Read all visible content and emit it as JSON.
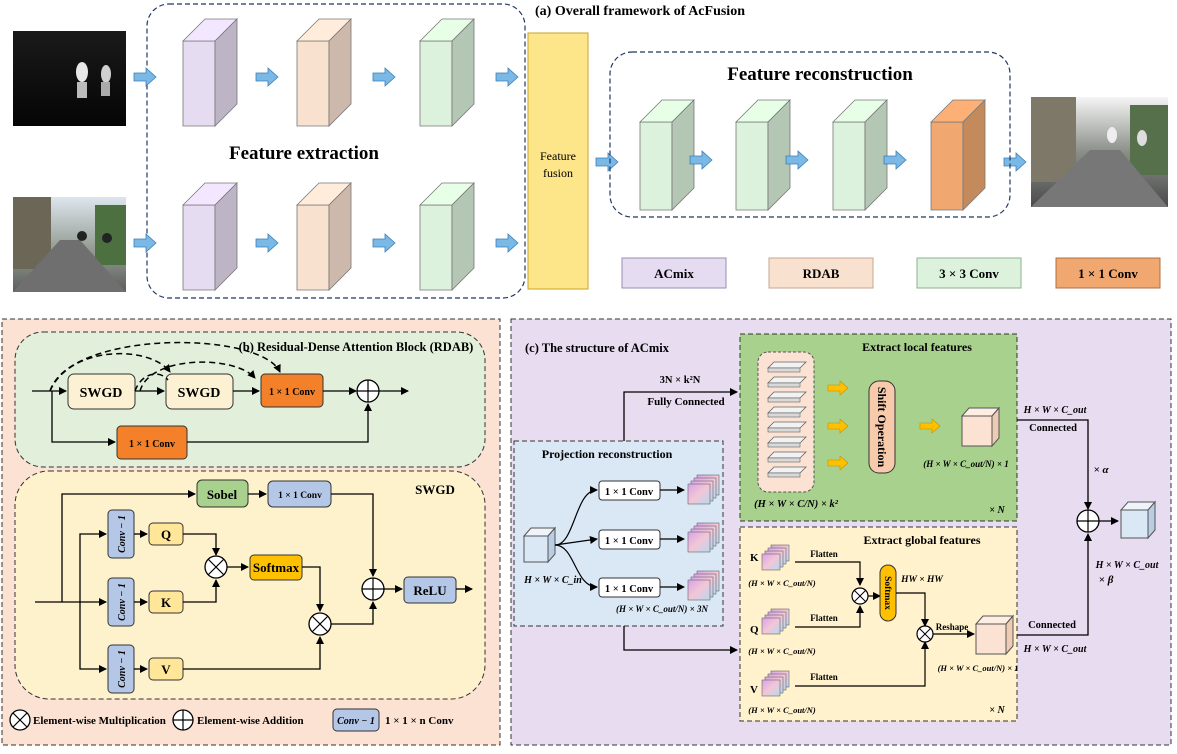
{
  "panel_a": {
    "title": "(a) Overall framework of AcFusion",
    "feature_extraction": "Feature extraction",
    "feature_fusion_line1": "Feature",
    "feature_fusion_line2": "fusion",
    "feature_reconstruction": "Feature reconstruction",
    "legend": {
      "acmix": "ACmix",
      "rdab": "RDAB",
      "conv3": "3 × 3 Conv",
      "conv1": "1 × 1 Conv"
    },
    "colors": {
      "acmix": "#e6dcf2",
      "rdab": "#f9e1d0",
      "conv3": "#dcf2dc",
      "conv1": "#f0a870",
      "fusion": "#fde58a",
      "arrow": "#7ab8e6"
    }
  },
  "panel_b": {
    "title": "(b) Residual-Dense Attention Block (RDAB)",
    "swgd1": "SWGD",
    "swgd2": "SWGD",
    "conv_top": "1 × 1 Conv",
    "conv_bottom": "1 × 1 Conv",
    "swgd_title": "SWGD",
    "sobel": "Sobel",
    "sobel_conv": "1 × 1 Conv",
    "conv_minus1_a": "Conv − 1",
    "conv_minus1_b": "Conv − 1",
    "conv_minus1_c": "Conv − 1",
    "q": "Q",
    "k": "K",
    "v": "V",
    "softmax": "Softmax",
    "relu": "ReLU",
    "colors": {
      "outer_bg": "#fbe2d3",
      "rdab_bg": "#e2efda",
      "swgd_bg": "#fef2cc",
      "swgd_block": "#fdf1d3",
      "conv_orange": "#f4802a",
      "sobel": "#a9d18e",
      "blue_box": "#b4c7e7",
      "yellow_box": "#ffe699",
      "softmax": "#ffc000"
    }
  },
  "legend_bottom": {
    "mult": "Element-wise Multiplication",
    "add": "Element-wise Addition",
    "conv_label": "Conv − 1",
    "conv_desc": "1 × 1 × n  Conv"
  },
  "panel_c": {
    "title": "(c) The structure of ACmix",
    "fc_dims": "3N × k²N",
    "fully_connected": "Fully Connected",
    "projection": "Projection reconstruction",
    "conv_a": "1 × 1 Conv",
    "conv_b": "1 × 1 Conv",
    "conv_c": "1 × 1 Conv",
    "input_dims": "H × W × C_in",
    "proj_out": "(H × W × C_out/N) × 3N",
    "local_title": "Extract local features",
    "shift_op": "Shift Operation",
    "local_in": "(H × W × C/N) × k²",
    "local_out": "(H × W × C_out/N) × 1",
    "local_xn": "× N",
    "global_title": "Extract global features",
    "k": "K",
    "q": "Q",
    "v": "V",
    "flatten1": "Flatten",
    "flatten2": "Flatten",
    "flatten3": "Flatten",
    "kqv_dims": "(H × W × C_out/N)",
    "softmax": "Softmax",
    "hwhw": "HW × HW",
    "reshape": "Reshape",
    "global_out": "(H × W × C_out/N) × 1",
    "global_xn": "× N",
    "top_dims": "H × W × C_out",
    "connected_top": "Connected",
    "alpha": "× α",
    "out_dims": "H × W × C_out",
    "beta": "× β",
    "connected_bottom": "Connected",
    "bottom_dims": "H × W × C_out",
    "colors": {
      "bg": "#e8dcf0",
      "local_bg": "#a9d18e",
      "global_bg": "#fff2cc",
      "proj_bg": "#dae8f6",
      "shift": "#f7caac",
      "softmax": "#ffc000",
      "arrow": "#ffc000"
    }
  }
}
